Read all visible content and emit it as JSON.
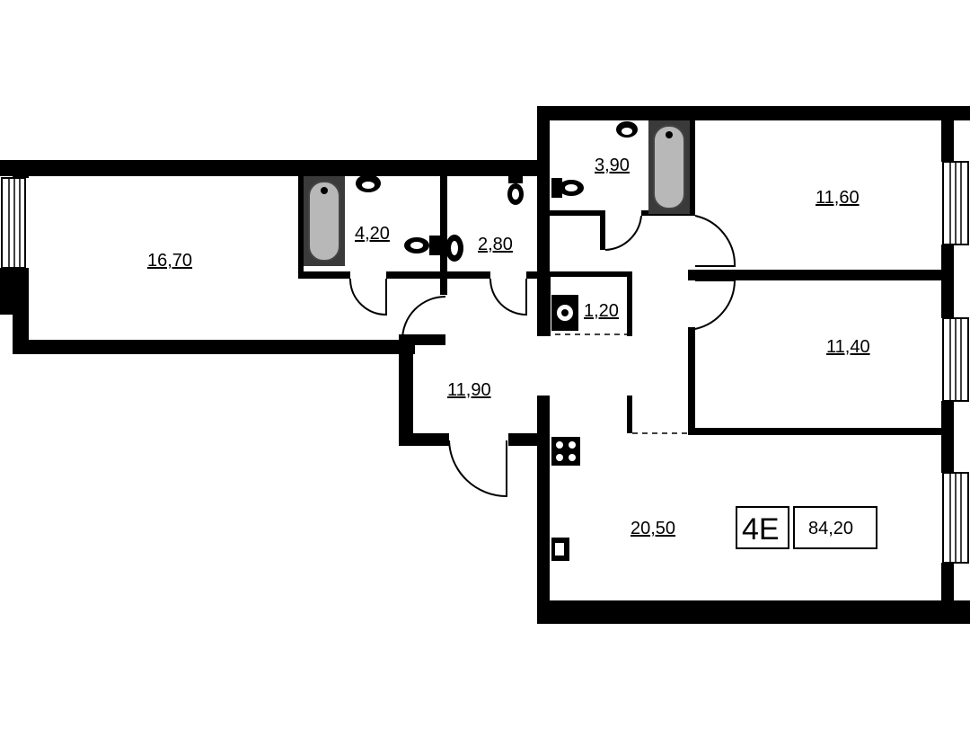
{
  "plan": {
    "apartment_code": "4E",
    "total_area": "84,20",
    "rooms": [
      {
        "id": "living-left",
        "area": "16,70"
      },
      {
        "id": "bath-1",
        "area": "4,20"
      },
      {
        "id": "wc-1",
        "area": "2,80"
      },
      {
        "id": "bath-2",
        "area": "3,90"
      },
      {
        "id": "bedroom-top",
        "area": "11,60"
      },
      {
        "id": "storage",
        "area": "1,20"
      },
      {
        "id": "bedroom-mid",
        "area": "11,40"
      },
      {
        "id": "hall",
        "area": "11,90"
      },
      {
        "id": "kitchen-living",
        "area": "20,50"
      }
    ]
  }
}
